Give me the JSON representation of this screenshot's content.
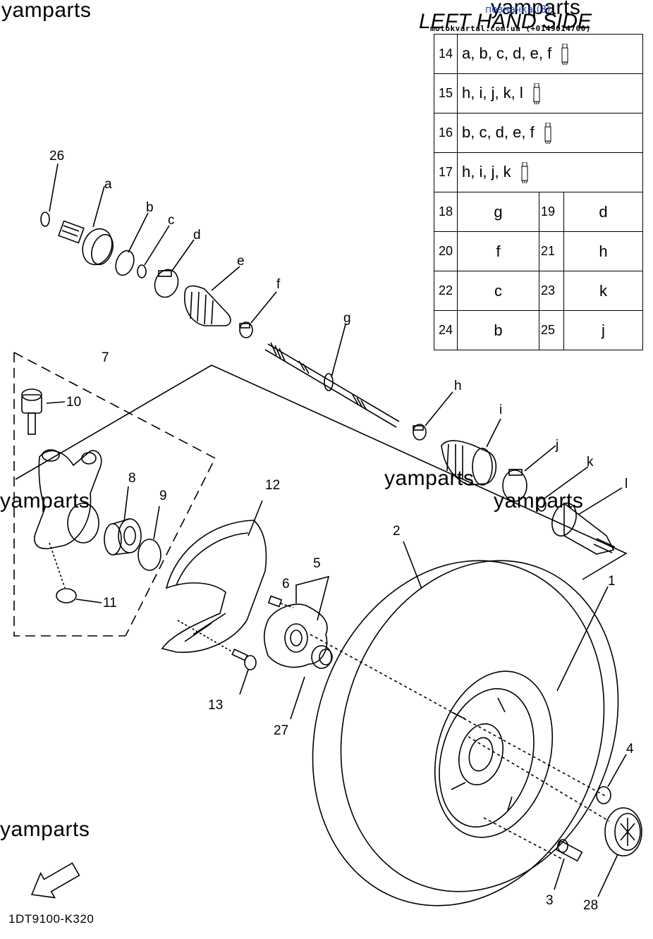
{
  "watermarks": {
    "top_left": "yamparts",
    "top_right": "yamparts",
    "middle_left": "yamparts",
    "middle_right_1": "yamparts",
    "middle_right_2": "yamparts",
    "bottom_left": "yamparts"
  },
  "header": {
    "title": "LEFT HAND SIDE",
    "link_text": "позначка (3)",
    "subtitle": "motokvartal.com.ua (+0149014700)"
  },
  "legend": {
    "single_rows": [
      {
        "num": "14",
        "letters": "a, b, c, d, e, f"
      },
      {
        "num": "15",
        "letters": "h, i, j, k, l"
      },
      {
        "num": "16",
        "letters": "b, c, d, e, f"
      },
      {
        "num": "17",
        "letters": "h, i, j, k"
      }
    ],
    "pair_rows": [
      {
        "num1": "18",
        "val1": "g",
        "num2": "19",
        "val2": "d"
      },
      {
        "num1": "20",
        "val1": "f",
        "num2": "21",
        "val2": "h"
      },
      {
        "num1": "22",
        "val1": "c",
        "num2": "23",
        "val2": "k"
      },
      {
        "num1": "24",
        "val1": "b",
        "num2": "25",
        "val2": "j"
      }
    ]
  },
  "callouts": {
    "n26": "26",
    "a": "a",
    "b": "b",
    "c": "c",
    "d": "d",
    "e": "e",
    "f": "f",
    "g": "g",
    "h": "h",
    "i": "i",
    "j": "j",
    "k": "k",
    "l": "l",
    "n7": "7",
    "n10": "10",
    "n8": "8",
    "n9": "9",
    "n11": "11",
    "n12": "12",
    "n2": "2",
    "n1": "1",
    "n5": "5",
    "n6": "6",
    "n13": "13",
    "n27": "27",
    "n4": "4",
    "n3": "3",
    "n28": "28"
  },
  "fwd_label": "FWD",
  "footer": {
    "code": "1DT9100-K320"
  },
  "icons": [
    "sealant-tube-icon",
    "fwd-arrow-icon"
  ]
}
